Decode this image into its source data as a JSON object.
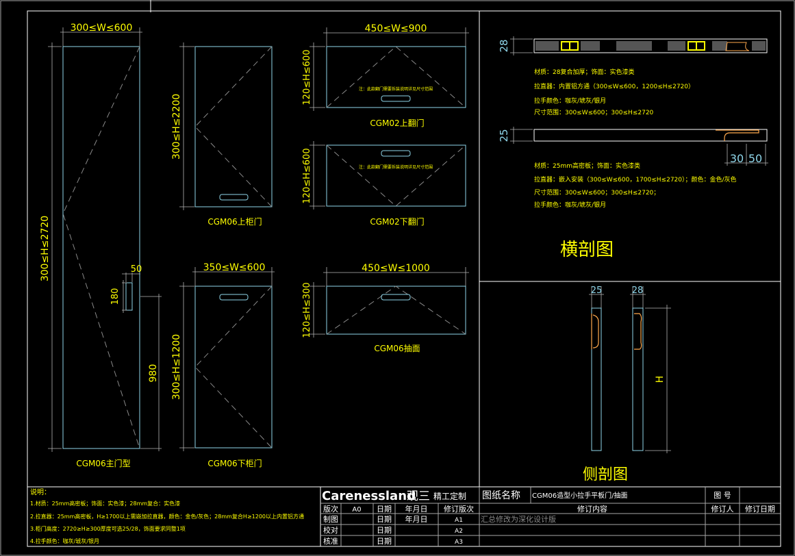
{
  "panels": {
    "main": {
      "width_dim": "300≤W≤600",
      "height_dim": "300≤H≤2720",
      "handle_dim_w": "50",
      "handle_dim_h": "180",
      "handle_height": "980",
      "caption": "CGM06主门型"
    },
    "upper_cabinet": {
      "height_dim": "300≤H≤2200",
      "caption": "CGM06上柜门"
    },
    "lower_cabinet": {
      "width_dim": "350≤W≤600",
      "height_dim": "300≤H≤1200",
      "caption": "CGM06下柜门"
    },
    "flap_up": {
      "width_dim": "450≤W≤900",
      "height_dim": "120≤H≤600",
      "note": "注：此款翻门需要拆装说明详见尺寸范围",
      "caption": "CGM02上翻门"
    },
    "flap_down": {
      "height_dim": "120≤H≤600",
      "note": "注：此款翻门需要拆装说明详见尺寸范围",
      "caption": "CGM02下翻门"
    },
    "drawer": {
      "width_dim": "450≤W≤1000",
      "height_dim": "120≤H≤300",
      "caption": "CGM06抽面"
    }
  },
  "cross_section": {
    "thickness_top": "28",
    "spec_top": [
      "材质：28复合加厚；饰面：实色漆类",
      "拉直器：内置铝方通（300≤W≤600，1200≤H≤2720）",
      "拉手颜色：咖灰/琥灰/银月",
      "尺寸范围：300≤W≤600；300≤H≤2720"
    ],
    "thickness_bottom": "25",
    "dim_30": "30",
    "dim_50": "50",
    "spec_bottom": [
      "材质：25mm高密板；饰面：实色漆类",
      "拉直器：嵌入安装（300≤W≤600，1700≤H≤2720）；颜色：金色/灰色",
      "尺寸范围：300≤W≤600；300≤H≤2720；",
      "拉手颜色：咖灰/琥灰/银月"
    ],
    "title": "横剖图"
  },
  "side_section": {
    "dim_25": "25",
    "dim_28": "28",
    "dim_h": "H",
    "title": "侧剖图"
  },
  "notes": {
    "heading": "说明：",
    "lines": [
      "1.材质：25mm高密板；饰面：实色漆；28mm复合：实色漆",
      "2.拉直器：25mm高密板，H≥1700以上需嵌加拉直器，颜色：金色/灰色；28mm复合H≥1200以上内置铝方通",
      "3.柜门高度：2720≥H≥300厚度可选25/28，饰面要求同整1项",
      "4.拉手颜色：咖灰/琥灰/银月"
    ]
  },
  "title_block": {
    "brand_latin": "Carenessland",
    "brand_cn": "观三",
    "brand_tag": "精工定制",
    "drawing_name_label": "图纸名称",
    "drawing_name": "CGM06造型小拉手平板门/抽面",
    "drawing_no_label": "图  号",
    "row_header": [
      "版次",
      "A0",
      "日期",
      "年月日",
      "修订版次"
    ],
    "row_draw": [
      "制图",
      "",
      "日期",
      "年月日",
      "A1"
    ],
    "row_check": [
      "校对",
      "",
      "日期",
      "",
      "A2"
    ],
    "row_approve": [
      "核准",
      "",
      "日期",
      "",
      "A3"
    ],
    "revision_content_label": "修订内容",
    "revision_person_label": "修订人",
    "revision_date_label": "修订日期",
    "revision_a1_text": "汇总修改为深化设计版"
  }
}
